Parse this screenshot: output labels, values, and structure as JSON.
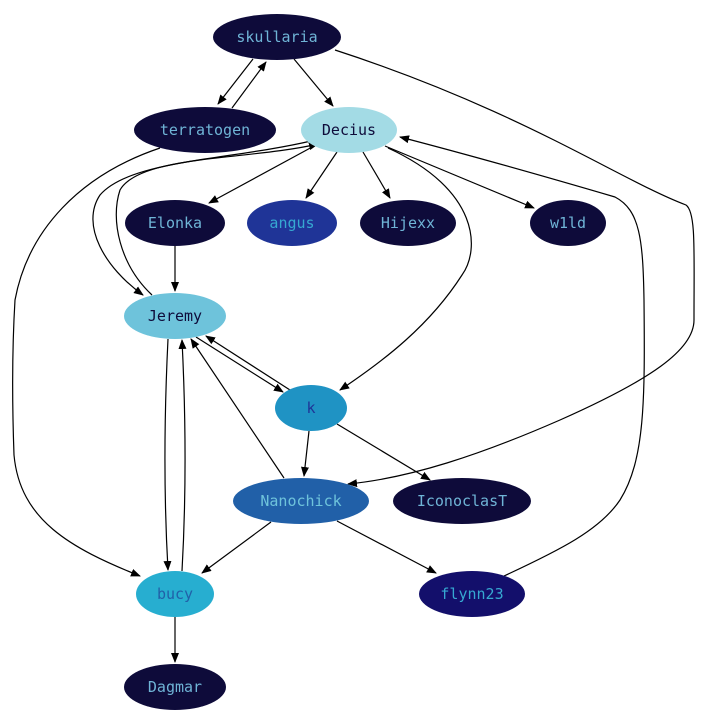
{
  "graph": {
    "nodes": [
      {
        "id": "skullaria",
        "label": "skullaria",
        "fill": "#0e0b3a",
        "text": "#6fb4d6"
      },
      {
        "id": "terratogen",
        "label": "terratogen",
        "fill": "#0e0b3a",
        "text": "#6fb4d6"
      },
      {
        "id": "Decius",
        "label": "Decius",
        "fill": "#a3dbe5",
        "text": "#0e0b3a"
      },
      {
        "id": "Elonka",
        "label": "Elonka",
        "fill": "#0e0b3a",
        "text": "#6fb4d6"
      },
      {
        "id": "angus",
        "label": "angus",
        "fill": "#1f3497",
        "text": "#36a8d1"
      },
      {
        "id": "Hijexx",
        "label": "Hijexx",
        "fill": "#0e0b3a",
        "text": "#6fb4d6"
      },
      {
        "id": "w1ld",
        "label": "w1ld",
        "fill": "#0e0b3a",
        "text": "#6fb4d6"
      },
      {
        "id": "Jeremy",
        "label": "Jeremy",
        "fill": "#6ec3db",
        "text": "#0e0b3a"
      },
      {
        "id": "k",
        "label": "k",
        "fill": "#1f93c4",
        "text": "#1f3497"
      },
      {
        "id": "Nanochick",
        "label": "Nanochick",
        "fill": "#2160a8",
        "text": "#6ec3db"
      },
      {
        "id": "IconoclasT",
        "label": "IconoclasT",
        "fill": "#0e0b3a",
        "text": "#6fb4d6"
      },
      {
        "id": "bucy",
        "label": "bucy",
        "fill": "#27aed0",
        "text": "#2160a8"
      },
      {
        "id": "flynn23",
        "label": "flynn23",
        "fill": "#130f6b",
        "text": "#36a8d1"
      },
      {
        "id": "Dagmar",
        "label": "Dagmar",
        "fill": "#0e0b3a",
        "text": "#6fb4d6"
      }
    ],
    "edges": [
      {
        "from": "skullaria",
        "to": "terratogen"
      },
      {
        "from": "terratogen",
        "to": "skullaria"
      },
      {
        "from": "skullaria",
        "to": "Decius"
      },
      {
        "from": "skullaria",
        "to": "Nanochick"
      },
      {
        "from": "terratogen",
        "to": "bucy"
      },
      {
        "from": "Decius",
        "to": "Elonka"
      },
      {
        "from": "Decius",
        "to": "angus"
      },
      {
        "from": "Decius",
        "to": "Hijexx"
      },
      {
        "from": "Decius",
        "to": "w1ld"
      },
      {
        "from": "Decius",
        "to": "Jeremy"
      },
      {
        "from": "Decius",
        "to": "k"
      },
      {
        "from": "Jeremy",
        "to": "Decius"
      },
      {
        "from": "Elonka",
        "to": "Jeremy"
      },
      {
        "from": "Jeremy",
        "to": "k"
      },
      {
        "from": "k",
        "to": "Jeremy"
      },
      {
        "from": "Jeremy",
        "to": "bucy"
      },
      {
        "from": "bucy",
        "to": "Jeremy"
      },
      {
        "from": "Nanochick",
        "to": "Jeremy"
      },
      {
        "from": "k",
        "to": "Nanochick"
      },
      {
        "from": "k",
        "to": "IconoclasT"
      },
      {
        "from": "Nanochick",
        "to": "bucy"
      },
      {
        "from": "Nanochick",
        "to": "flynn23"
      },
      {
        "from": "flynn23",
        "to": "Decius"
      },
      {
        "from": "bucy",
        "to": "Dagmar"
      }
    ]
  }
}
